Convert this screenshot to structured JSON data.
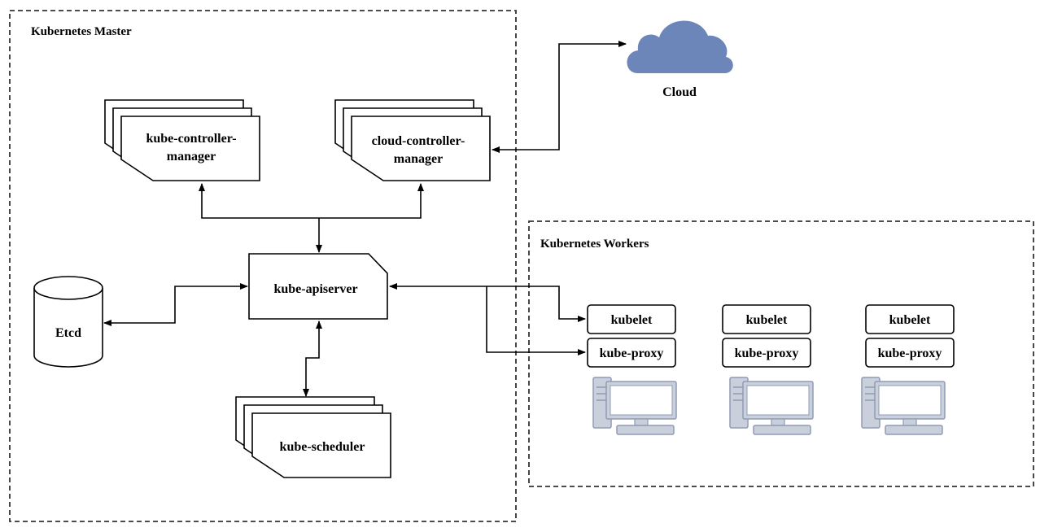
{
  "master": {
    "title": "Kubernetes Master"
  },
  "workers": {
    "title": "Kubernetes Workers"
  },
  "cloud": {
    "label": "Cloud",
    "color": "#6d86b9"
  },
  "components": {
    "kube_controller_manager": {
      "line1": "kube-controller-",
      "line2": "manager"
    },
    "cloud_controller_manager": {
      "line1": "cloud-controller-",
      "line2": "manager"
    },
    "kube_apiserver": {
      "label": "kube-apiserver"
    },
    "etcd": {
      "label": "Etcd"
    },
    "kube_scheduler": {
      "label": "kube-scheduler"
    }
  },
  "nodes": [
    {
      "kubelet": "kubelet",
      "proxy": "kube-proxy"
    },
    {
      "kubelet": "kubelet",
      "proxy": "kube-proxy"
    },
    {
      "kubelet": "kubelet",
      "proxy": "kube-proxy"
    }
  ],
  "colors": {
    "computer_body": "#c9d0dc",
    "computer_stroke": "#8f9bb3"
  }
}
